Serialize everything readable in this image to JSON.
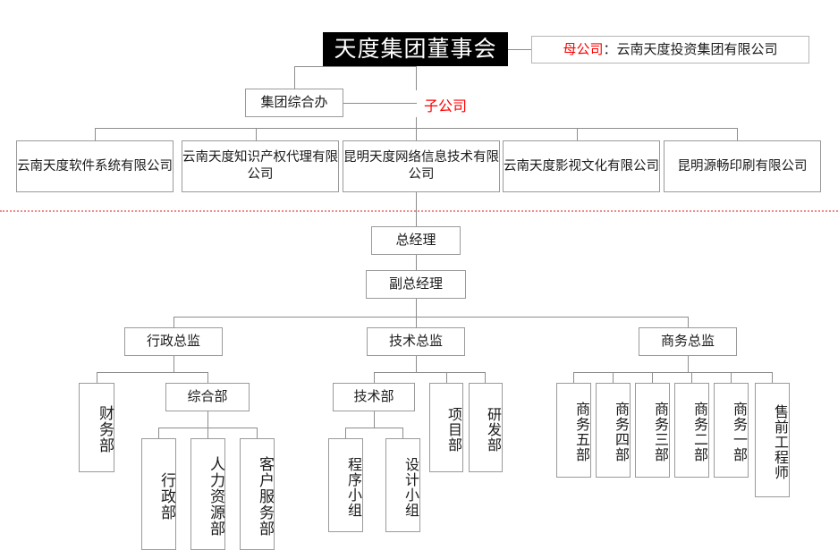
{
  "chart": {
    "title_root": "天度集团董事会",
    "legend": {
      "parent_label": "母公司",
      "parent_separator": "：",
      "parent_company": "云南天度投资集团有限公司",
      "subsidiary_label": "子公司",
      "parent_color": "#ff0000",
      "subsidiary_color": "#ff0000",
      "divider_color": "#f08b8b"
    },
    "group_office": "集团综合办",
    "subsidiaries": [
      "云南天度软件系统有限公司",
      "云南天度知识产权代理有限公司",
      "昆明天度网络信息技术有限公司",
      "云南天度影视文化有限公司",
      "昆明源畅印刷有限公司"
    ],
    "general_manager": "总经理",
    "deputy_general_manager": "副总经理",
    "directors": [
      "行政总监",
      "技术总监",
      "商务总监"
    ],
    "admin_branch": {
      "finance": "财务部",
      "general_affairs": "综合部",
      "general_affairs_children": [
        "行政部",
        "人力资源部",
        "客户服务部"
      ]
    },
    "tech_branch": {
      "tech_dept": "技术部",
      "tech_dept_children": [
        "程序小组",
        "设计小组"
      ],
      "siblings": [
        "项目部",
        "研发部"
      ]
    },
    "business_branch": {
      "units": [
        "商务五部",
        "商务四部",
        "商务三部",
        "商务二部",
        "商务一部",
        "售前工程师"
      ]
    }
  }
}
